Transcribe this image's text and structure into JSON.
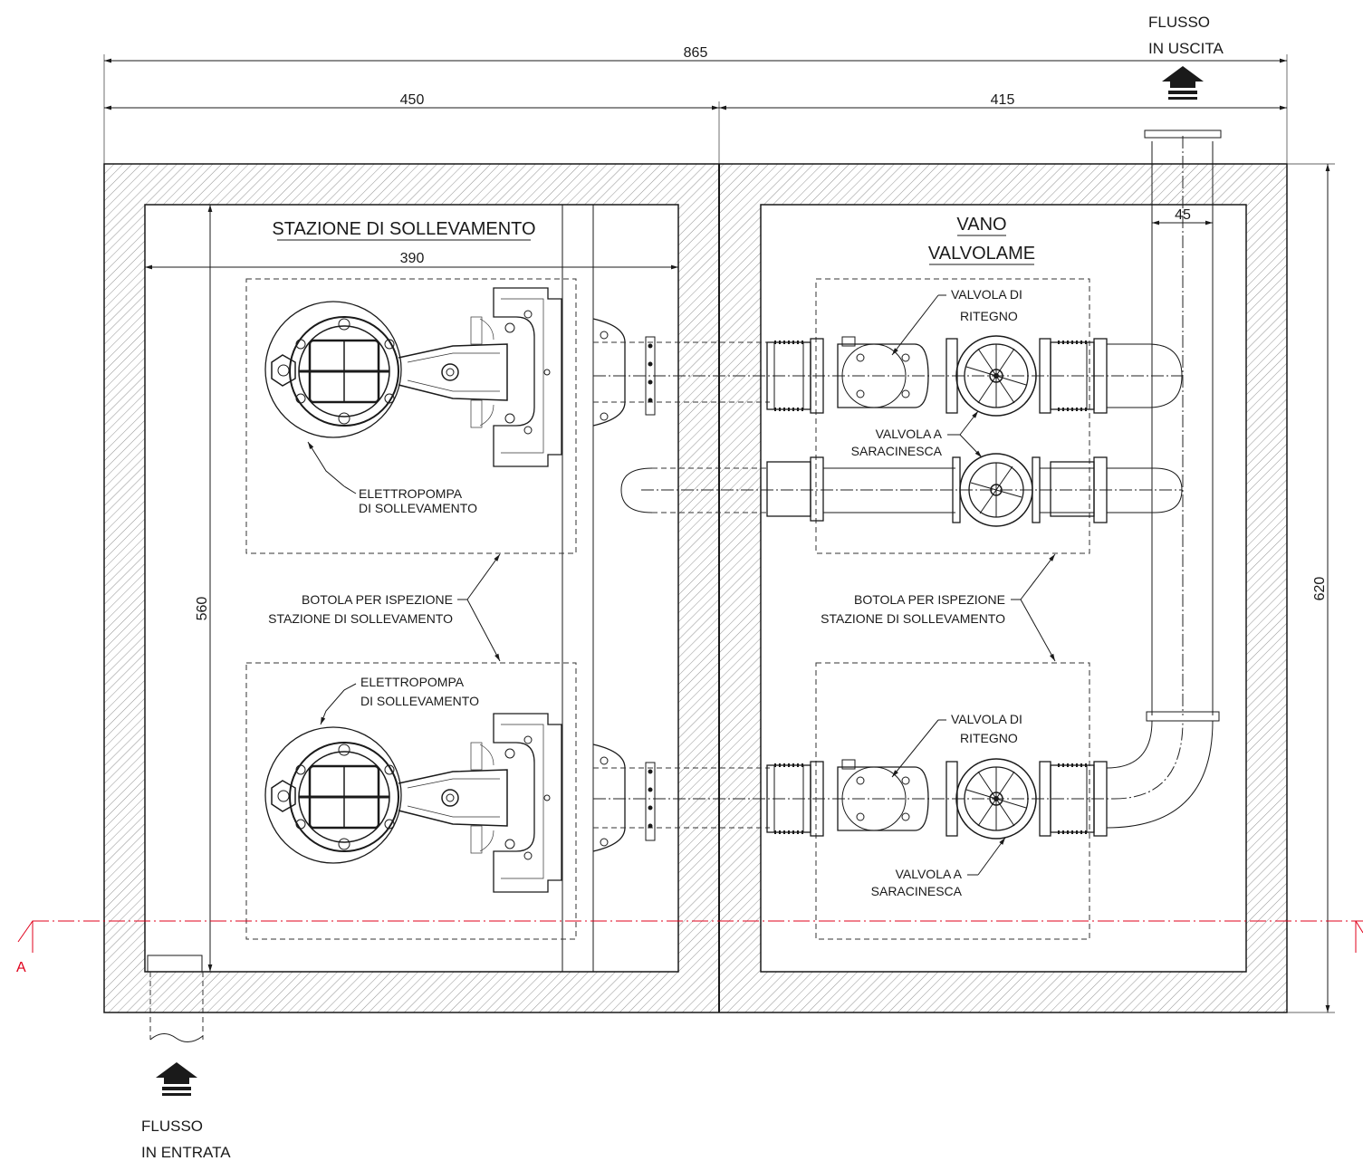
{
  "dimensions": {
    "total_width": "865",
    "left_width": "450",
    "right_width": "415",
    "inner_width": "390",
    "inner_height": "560",
    "total_height": "620",
    "pipe_offset": "45"
  },
  "rooms": {
    "left_title": "STAZIONE DI SOLLEVAMENTO",
    "right_title_line1": "VANO",
    "right_title_line2": "VALVOLAME"
  },
  "labels": {
    "pump_top_1": "ELETTROPOMPA",
    "pump_top_2": "DI SOLLEVAMENTO",
    "pump_bottom_1": "ELETTROPOMPA",
    "pump_bottom_2": "DI SOLLEVAMENTO",
    "hatch_left_1": "BOTOLA PER ISPEZIONE",
    "hatch_left_2": "STAZIONE DI SOLLEVAMENTO",
    "hatch_right_1": "BOTOLA PER ISPEZIONE",
    "hatch_right_2": "STAZIONE DI SOLLEVAMENTO",
    "check_top_1": "VALVOLA DI",
    "check_top_2": "RITEGNO",
    "gate_top_1": "VALVOLA A",
    "gate_top_2": "SARACINESCA",
    "check_bottom_1": "VALVOLA DI",
    "check_bottom_2": "RITEGNO",
    "gate_bottom_1": "VALVOLA A",
    "gate_bottom_2": "SARACINESCA"
  },
  "flow": {
    "out_1": "FLUSSO",
    "out_2": "IN USCITA",
    "in_1": "FLUSSO",
    "in_2": "IN ENTRATA"
  },
  "section": {
    "mark_left": "A"
  },
  "colors": {
    "line": "#1a1a1a",
    "section_line": "#e0001b"
  }
}
